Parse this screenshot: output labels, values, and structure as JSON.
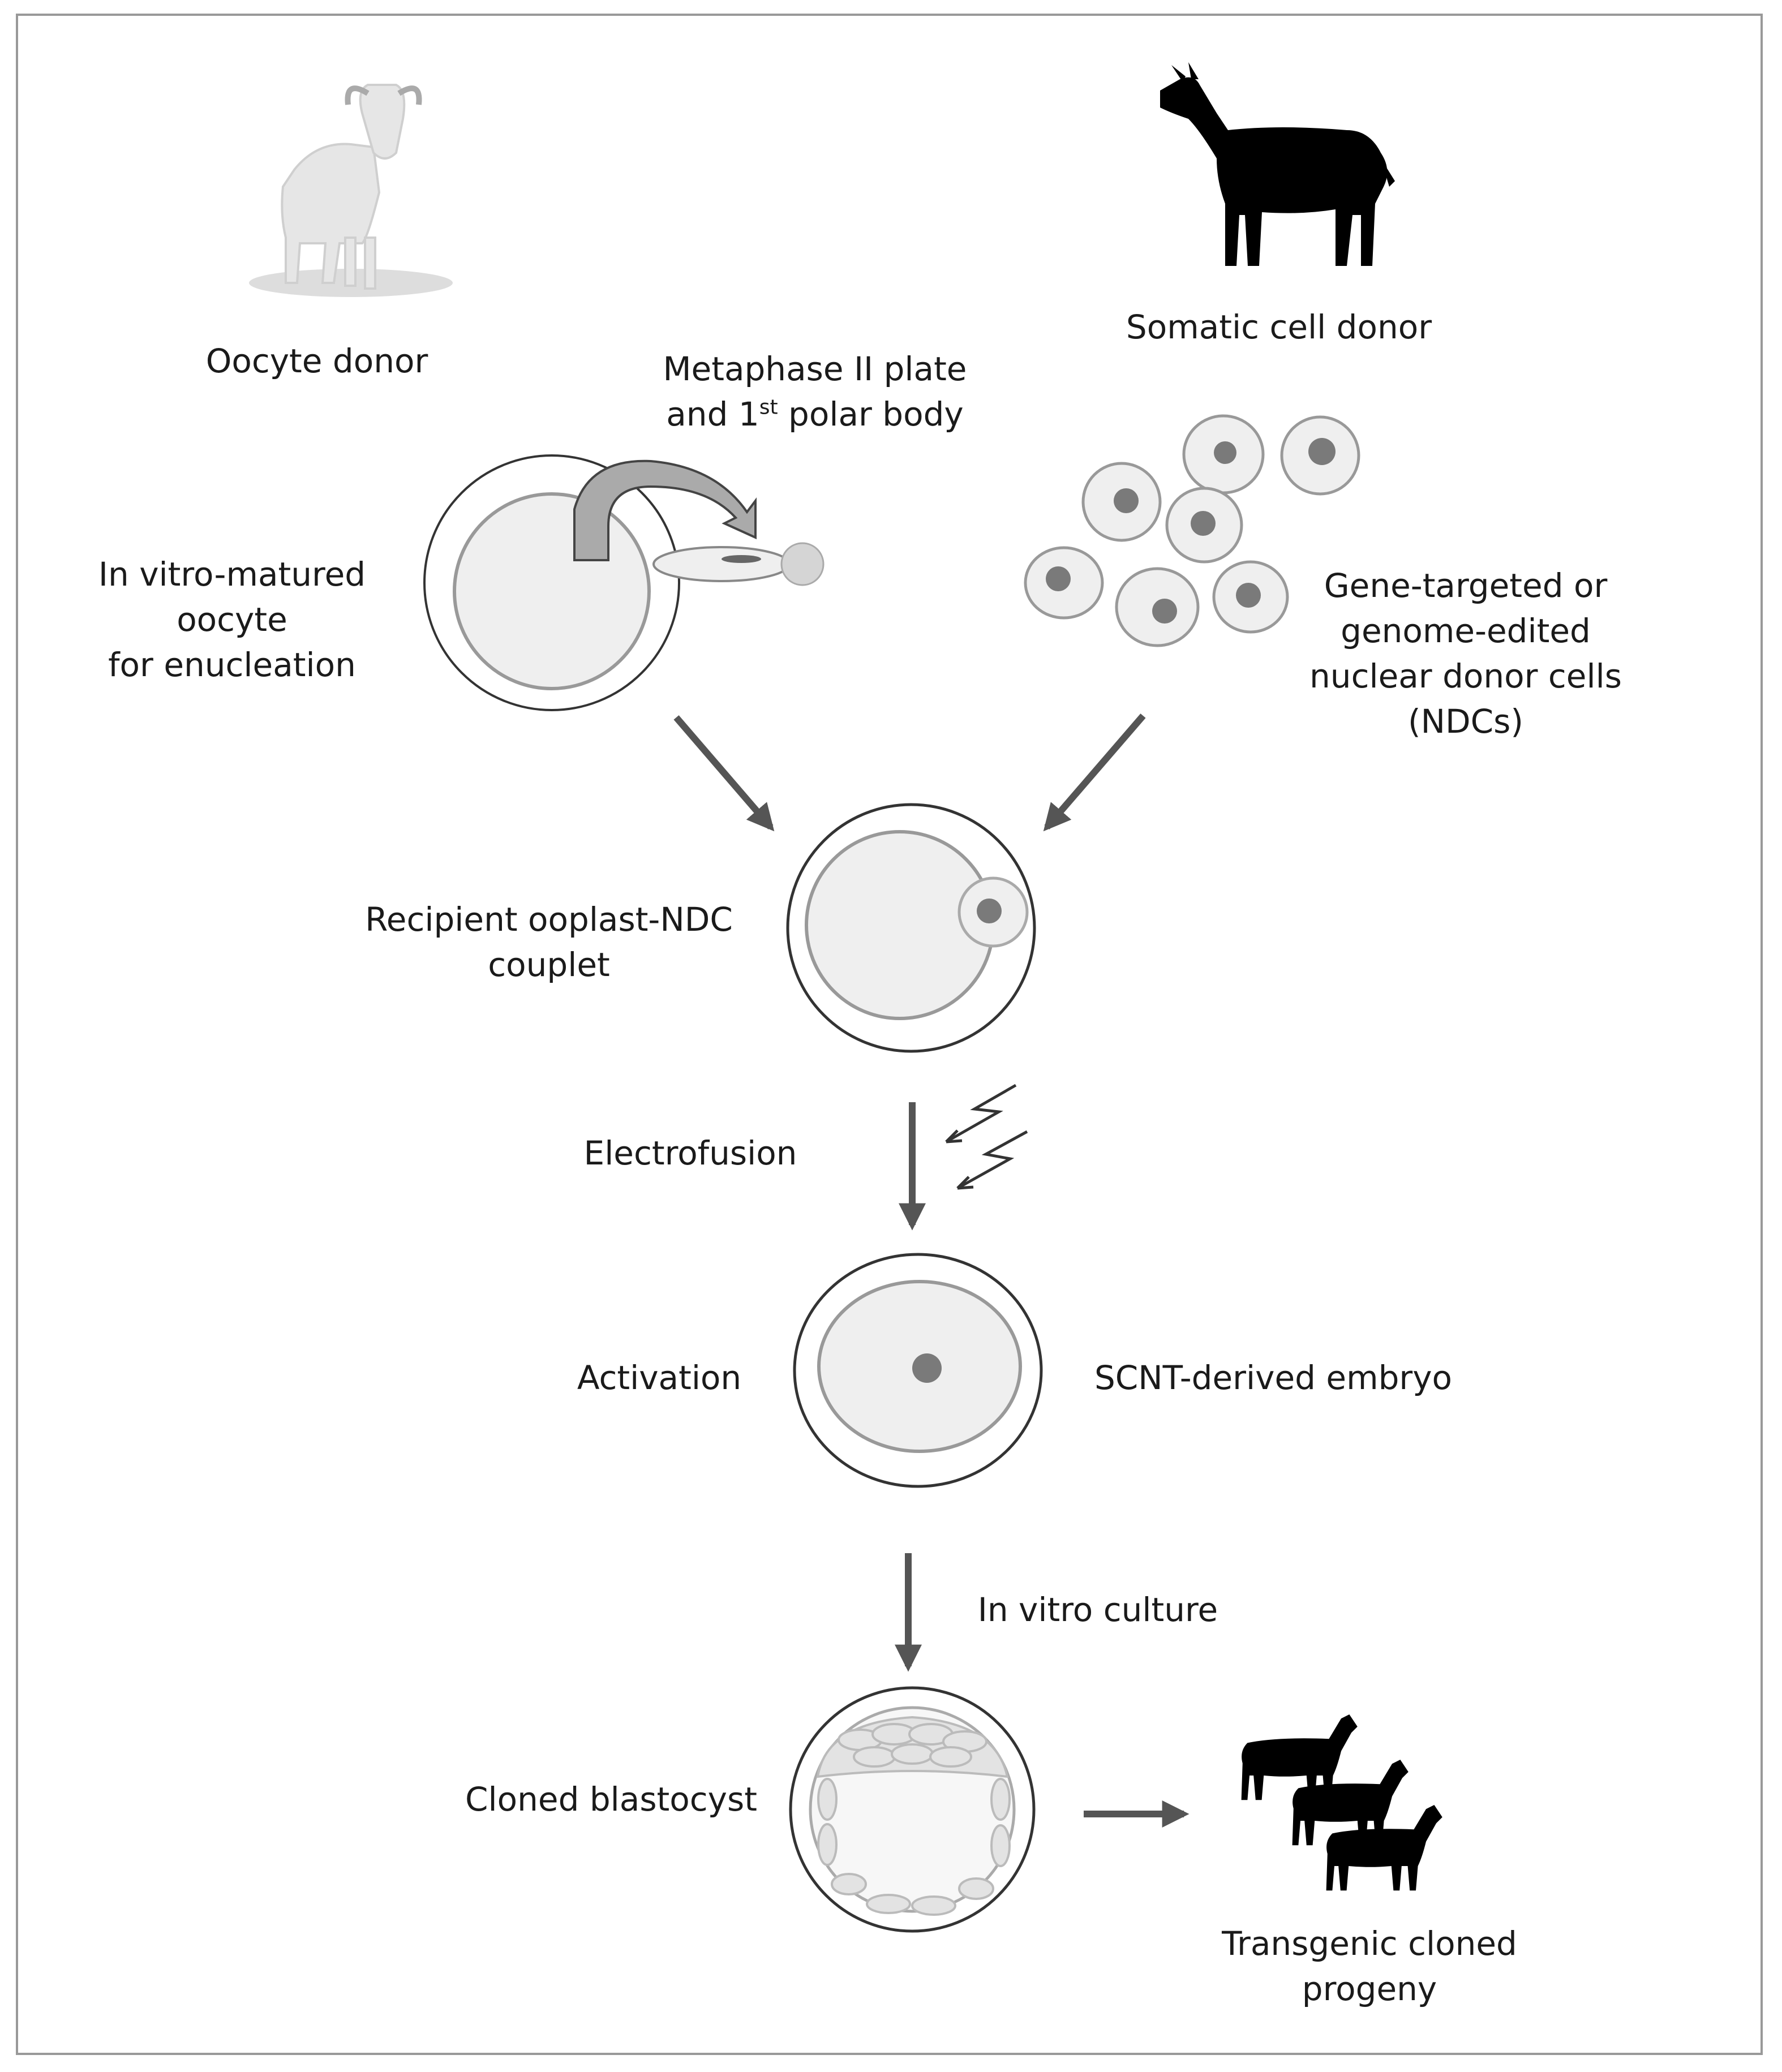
{
  "diagram": {
    "colors": {
      "frame": "#999999",
      "arrow": "#555555",
      "cell_fill": "#efefef",
      "cell_outline": "#999999",
      "nucleus": "#7a7a7a",
      "animal_dark": "#000000",
      "animal_light": "#e6e6e6"
    },
    "icons": {
      "oocyte_donor": "white-goat-icon",
      "somatic_donor": "black-goat-icon",
      "progeny": "three-black-goats-icon",
      "electric_pulse": "lightning-icon"
    },
    "labels": {
      "oocyte_donor": "Oocyte donor",
      "somatic_cell_donor": "Somatic cell donor",
      "metaphase": {
        "line1": "Metaphase II plate",
        "line2_pre": "and 1",
        "line2_sup": "st",
        "line2_post": " polar body"
      },
      "in_vitro_matured": {
        "line1": "In vitro-matured",
        "line2": "oocyte",
        "line3": "for enucleation"
      },
      "ndc": {
        "line1": "Gene-targeted or",
        "line2": "genome-edited",
        "line3": "nuclear donor cells",
        "line4": "(NDCs)"
      },
      "couplet": {
        "line1": "Recipient ooplast-NDC",
        "line2": "couplet"
      },
      "electrofusion": "Electrofusion",
      "activation": "Activation",
      "scnt_embryo": "SCNT-derived embryo",
      "in_vitro_culture": "In vitro culture",
      "cloned_blastocyst": "Cloned blastocyst",
      "progeny": {
        "line1": "Transgenic cloned",
        "line2": "progeny"
      }
    }
  }
}
